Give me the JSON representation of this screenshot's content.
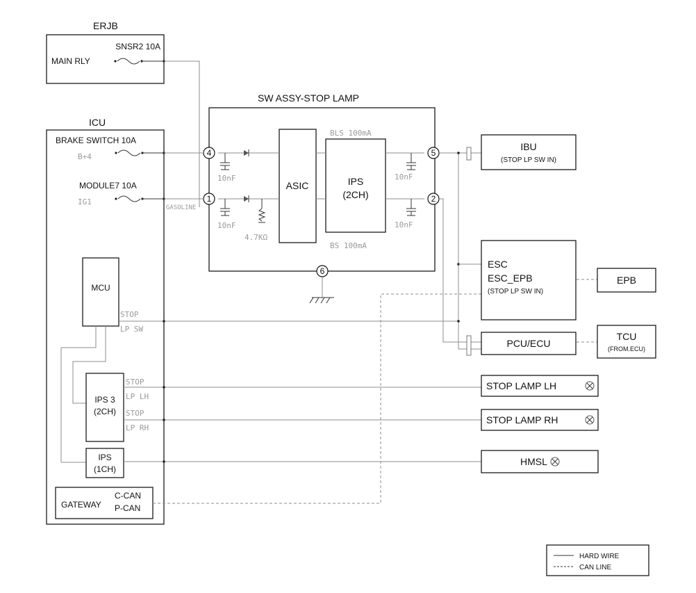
{
  "erjb": {
    "title": "ERJB",
    "fuse": "SNSR2 10A",
    "relay": "MAIN RLY"
  },
  "sw_assy": {
    "title": "SW ASSY-STOP LAMP",
    "asic": "ASIC",
    "ips_line1": "IPS",
    "ips_line2": "(2CH)",
    "bls": "BLS 100mA",
    "bs": "BS 100mA",
    "cap_top_left": "10nF",
    "cap_bot_left": "10nF",
    "cap_top_right": "10nF",
    "cap_bot_right": "10nF",
    "resistor": "4.7KΩ",
    "pins": {
      "p4": "4",
      "p1": "1",
      "p5": "5",
      "p2": "2",
      "p6": "6"
    }
  },
  "icu": {
    "title": "ICU",
    "brake_switch": "BRAKE SWITCH 10A",
    "b4": "B+4",
    "module7": "MODULE7 10A",
    "ig1": "IG1",
    "gasoline": "GASOLINE",
    "mcu": "MCU",
    "stop_lp_sw_1": "STOP",
    "stop_lp_sw_2": "LP SW",
    "ips3_line1": "IPS 3",
    "ips3_line2": "(2CH)",
    "stop_lp_lh_1": "STOP",
    "stop_lp_lh_2": "LP LH",
    "stop_lp_rh_1": "STOP",
    "stop_lp_rh_2": "LP RH",
    "ips1_line1": "IPS",
    "ips1_line2": "(1CH)",
    "gateway": "GATEWAY",
    "c_can": "C-CAN",
    "p_can": "P-CAN"
  },
  "ibu": {
    "title": "IBU",
    "sub": "(STOP LP SW IN)"
  },
  "esc": {
    "line1": "ESC",
    "line2": "ESC_EPB",
    "line3": "(STOP LP SW IN)"
  },
  "epb": {
    "title": "EPB"
  },
  "pcu": {
    "title": "PCU/ECU"
  },
  "tcu": {
    "title": "TCU",
    "sub": "(FROM.ECU)"
  },
  "outputs": {
    "lamp_lh": "STOP LAMP LH",
    "lamp_rh": "STOP LAMP RH",
    "hmsl": "HMSL"
  },
  "legend": {
    "hard_wire": "HARD WIRE",
    "can_line": "CAN LINE"
  },
  "icons": {
    "lamp": "lamp-bulb-icon",
    "ground": "ground-icon",
    "fuse": "fuse-icon",
    "connector": "connector-icon"
  }
}
